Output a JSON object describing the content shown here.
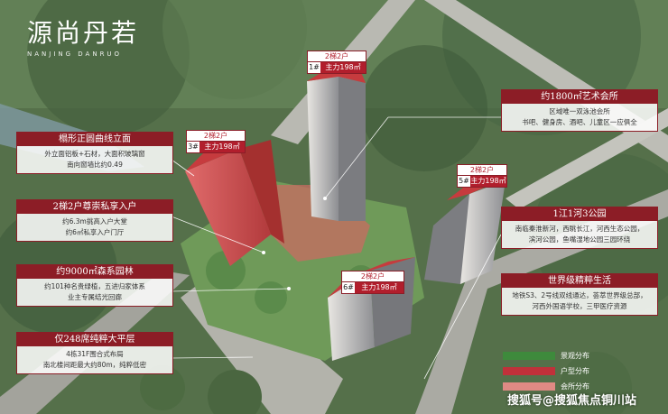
{
  "brand": {
    "name_cn": "源尚丹若",
    "name_en": "NANJING DANRUO"
  },
  "buildings": [
    {
      "id": "b1",
      "units": "2梯2户",
      "no": "1#",
      "area": "主力198㎡"
    },
    {
      "id": "b3",
      "units": "2梯2户",
      "no": "3#",
      "area": "主力198㎡"
    },
    {
      "id": "b5",
      "units": "2梯2户",
      "no": "5#",
      "area": "主力198㎡"
    },
    {
      "id": "b6",
      "units": "2梯2户",
      "no": "6#",
      "area": "主力198㎡"
    }
  ],
  "left_panels": [
    {
      "title": "榻形正圆曲线立面",
      "lines": [
        "外立面铝板+石材，大面积玻璃窗",
        "南向窗墙比约0.49"
      ]
    },
    {
      "title": "2梯2户尊崇私享入户",
      "lines": [
        "约6.3m挑高入户大堂",
        "约6㎡私享入户门厅"
      ]
    },
    {
      "title": "约9000㎡森系园林",
      "lines": [
        "约101种名贵绿植，五进归家体系",
        "业主专属结光回廊"
      ]
    },
    {
      "title": "仅248席纯粹大平层",
      "lines": [
        "4栋31F围合式布局",
        "南北楼间距最大约80m，纯粹低密"
      ]
    }
  ],
  "right_panels": [
    {
      "title": "约1800㎡艺术会所",
      "lines": [
        "区域唯一双泳池会所",
        "书吧、健身房、酒吧、儿童区一应俱全"
      ]
    },
    {
      "title": "1江1河3公园",
      "lines": [
        "南临秦淮新河，西眺长江，河西生态公园，",
        "滨河公园，鱼嘴湿地公园三园环绕"
      ]
    },
    {
      "title": "世界级精粹生活",
      "lines": [
        "地铁S3、2号线双线通达，荟萃世界级总部，",
        "河西外国语学校，三甲医疗资源"
      ]
    }
  ],
  "legend": [
    {
      "label": "景观分布",
      "color": "#3e8a3c"
    },
    {
      "label": "户型分布",
      "color": "#c0313a"
    },
    {
      "label": "会所分布",
      "color": "#e08a84"
    }
  ],
  "watermark": "搜狐号@搜狐焦点铜川站"
}
